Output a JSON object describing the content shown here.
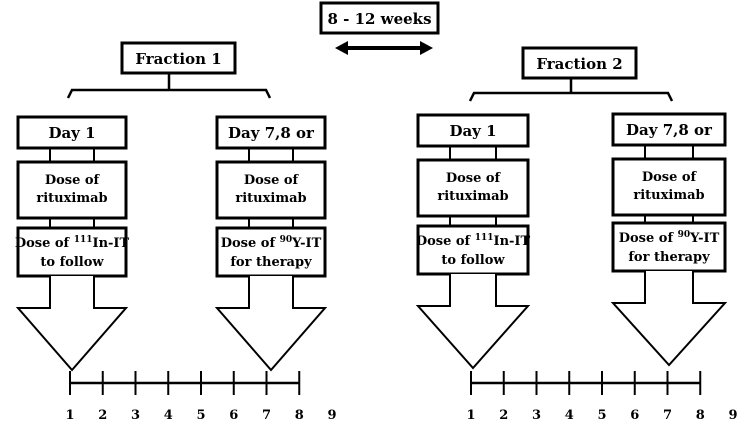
{
  "interval": {
    "label": "8 - 12 weeks"
  },
  "fractions": [
    {
      "title": "Fraction 1",
      "days": [
        {
          "day_label": "Day 1",
          "rituximab_lines": [
            "Dose of",
            "rituximab"
          ],
          "it_line1_pre": "Dose of ",
          "it_sup": "111",
          "it_line1_post": "In-IT",
          "it_line2": "to follow"
        },
        {
          "day_label": "Day 7,8 or",
          "rituximab_lines": [
            "Dose of",
            "rituximab"
          ],
          "it_line1_pre": "Dose of ",
          "it_sup": "90",
          "it_line1_post": "Y-IT",
          "it_line2": "for therapy"
        }
      ],
      "timeline_ticks": [
        "1",
        "2",
        "3",
        "4",
        "5",
        "6",
        "7",
        "8",
        "9"
      ]
    },
    {
      "title": "Fraction 2",
      "days": [
        {
          "day_label": "Day 1",
          "rituximab_lines": [
            "Dose of",
            "rituximab"
          ],
          "it_line1_pre": "Dose of ",
          "it_sup": "111",
          "it_line1_post": "In-IT",
          "it_line2": "to follow"
        },
        {
          "day_label": "Day 7,8 or",
          "rituximab_lines": [
            "Dose of",
            "rituximab"
          ],
          "it_line1_pre": "Dose of ",
          "it_sup": "90",
          "it_line1_post": "Y-IT",
          "it_line2": "for therapy"
        }
      ],
      "timeline_ticks": [
        "1",
        "2",
        "3",
        "4",
        "5",
        "6",
        "7",
        "8",
        "9"
      ]
    }
  ]
}
